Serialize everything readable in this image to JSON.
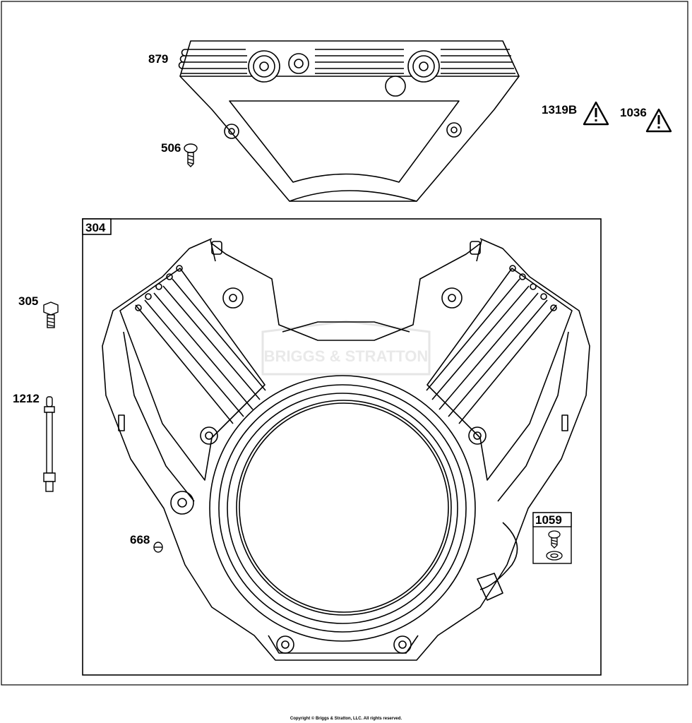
{
  "callouts": {
    "p879": "879",
    "p506": "506",
    "p1319b": "1319B",
    "p1036": "1036",
    "p304": "304",
    "p305": "305",
    "p1212": "1212",
    "p668": "668",
    "p1059": "1059"
  },
  "watermark": "BRIGGS & STRATTON",
  "copyright": "Copyright © Briggs & Stratton, LLC. All rights reserved.",
  "icons": {
    "warning": "warning-triangle-icon"
  }
}
